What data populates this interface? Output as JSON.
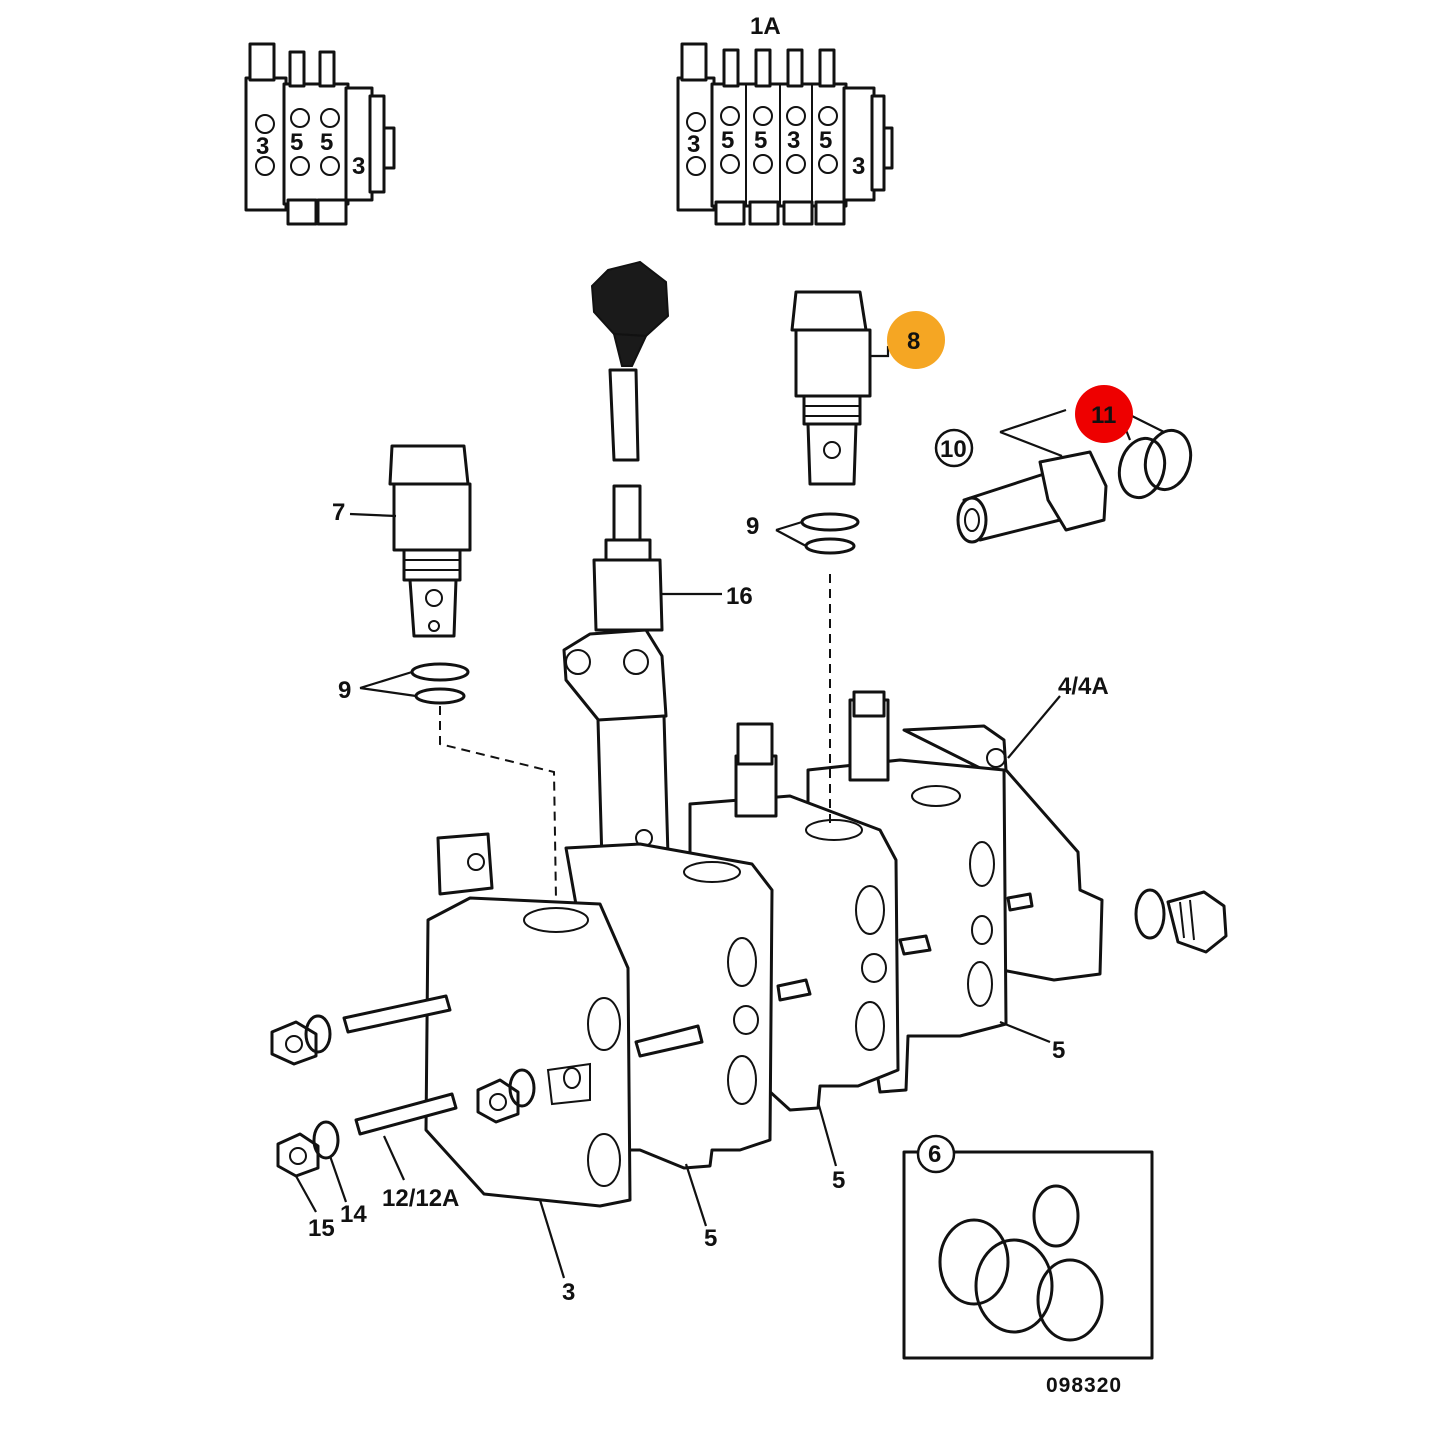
{
  "diagram": {
    "reference_number": "098320",
    "top_small_assembly": {
      "label": "",
      "sections": [
        "3",
        "5",
        "5",
        "3"
      ]
    },
    "top_large_assembly": {
      "label": "1A",
      "sections": [
        "3",
        "5",
        "5",
        "3",
        "5",
        "3"
      ]
    },
    "callouts": {
      "c7": "7",
      "c8": "8",
      "c9a": "9",
      "c9b": "9",
      "c10": "10",
      "c11": "11",
      "c16": "16",
      "c4": "4/4A",
      "c5a": "5",
      "c5b": "5",
      "c5c": "5",
      "c3": "3",
      "c12": "12/12A",
      "c14": "14",
      "c15": "15",
      "c6": "6"
    },
    "highlight_colors": {
      "c8": "#f5a623",
      "c11": "#ee0000"
    }
  }
}
